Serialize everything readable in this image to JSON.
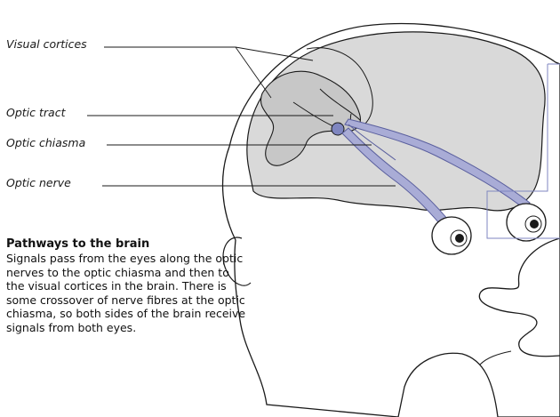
{
  "labels": {
    "visual_cortices": "Visual cortices",
    "optic_tract": "Optic tract",
    "optic_chiasma": "Optic chiasma",
    "optic_nerve": "Optic nerve"
  },
  "caption": {
    "title": "Pathways to the brain",
    "body": "Signals pass from the eyes along the optic nerves to the optic chiasma and then to the visual cortices in the brain. There is some crossover of nerve fibres at the optic chiasma, so both sides of the brain receive signals from both eyes."
  },
  "colors": {
    "brain_fill": "#d9d9d9",
    "nerve_fill": "#a9acd6",
    "nerve_stroke": "#5a5f9e",
    "bracket": "#7f86c0",
    "outline": "#1a1a1a"
  }
}
